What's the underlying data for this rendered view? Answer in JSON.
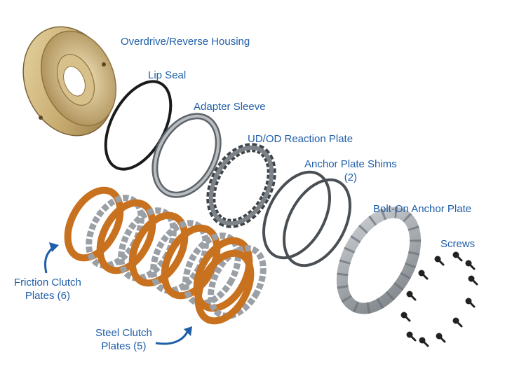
{
  "colors": {
    "label_text": "#1f5ea8",
    "arrow": "#1f5ea8",
    "brass": "#c9ad72",
    "brass_dark": "#8f7440",
    "friction_orange": "#c8711f",
    "steel_gray": "#9aa0a6",
    "steel_dark": "#5e6469",
    "seal_black": "#1a1a1a",
    "screw": "#222222"
  },
  "labels": {
    "housing": "Overdrive/Reverse Housing",
    "lip_seal": "Lip Seal",
    "adapter_sleeve": "Adapter Sleeve",
    "reaction_plate": "UD/OD Reaction Plate",
    "shims_line1": "Anchor Plate Shims",
    "shims_line2": "(2)",
    "anchor_plate": "Bolt-On Anchor Plate",
    "screws": "Screws",
    "friction_line1": "Friction Clutch",
    "friction_line2": "Plates (6)",
    "steel_line1": "Steel Clutch",
    "steel_line2": "Plates (5)"
  },
  "icons": {
    "friction_arrow": "curved-arrow-up-icon",
    "steel_arrow": "curved-arrow-right-icon"
  }
}
